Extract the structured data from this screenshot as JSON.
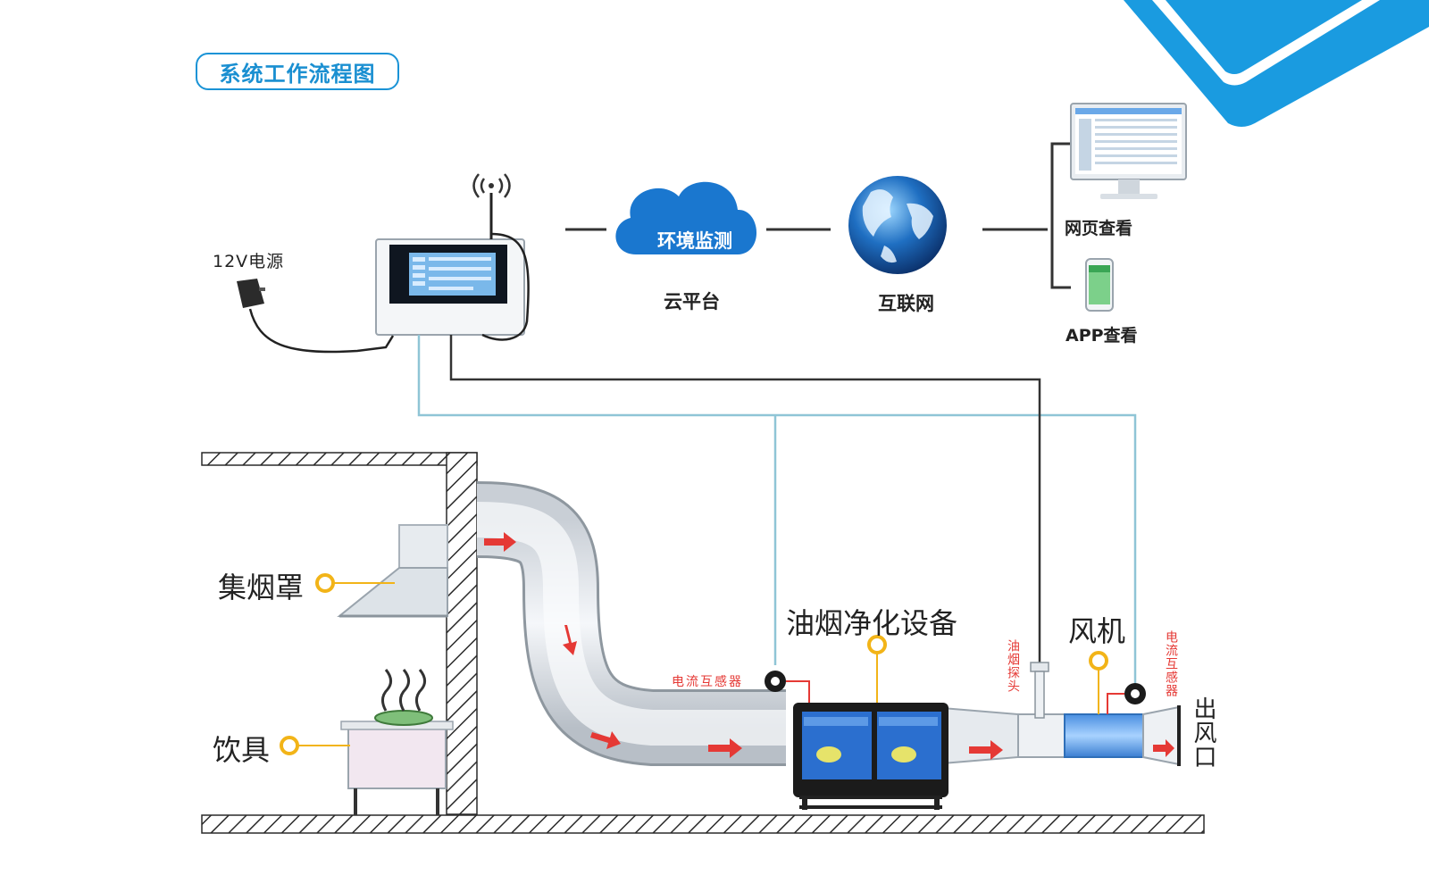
{
  "title": "系统工作流程图",
  "labels": {
    "power": "12V电源",
    "cloud_inner": "环境监测",
    "cloud": "云平台",
    "internet": "互联网",
    "web_view": "网页查看",
    "app_view": "APP查看",
    "hood": "集烟罩",
    "stove": "饮具",
    "purifier": "油烟净化设备",
    "fan": "风机",
    "current_sensor_1": "电流互感器",
    "oil_probe": "油烟探头",
    "current_sensor_2": "电流互感器",
    "outlet": "出风口"
  },
  "colors": {
    "accent": "#1a93d6",
    "arrow": "#e53935",
    "sensor_line": "#8fc5d6",
    "marker": "#f2b418"
  }
}
